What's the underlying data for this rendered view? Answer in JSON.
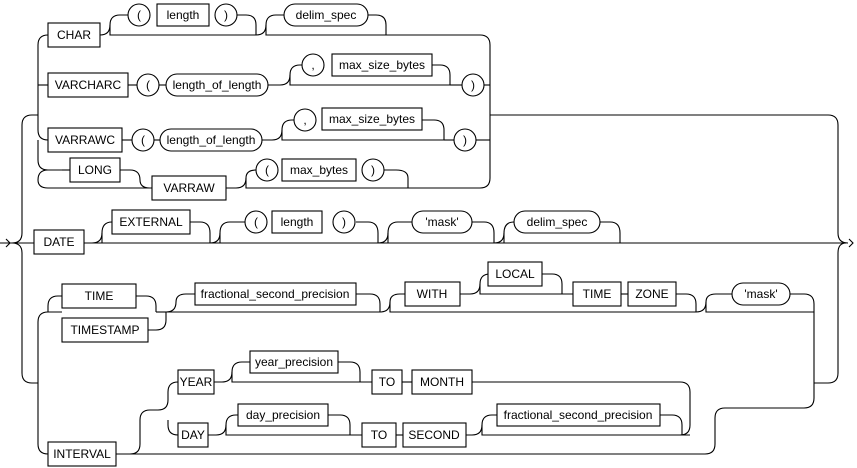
{
  "diagram": {
    "nodes": {
      "char": "CHAR",
      "lp1": "(",
      "length1": "length",
      "rp1": ")",
      "delim1": "delim_spec",
      "varcharc": "VARCHARC",
      "lp2": "(",
      "lol1": "length_of_length",
      "comma1": ",",
      "msb1": "max_size_bytes",
      "rp2": ")",
      "varrawc": "VARRAWC",
      "lp3": "(",
      "lol2": "length_of_length",
      "comma2": ",",
      "msb2": "max_size_bytes",
      "rp3": ")",
      "long": "LONG",
      "varraw": "VARRAW",
      "lp4": "(",
      "max_bytes": "max_bytes",
      "rp4": ")",
      "date": "DATE",
      "external": "EXTERNAL",
      "lp5": "(",
      "length2": "length",
      "rp5": ")",
      "mask1": "'mask'",
      "delim2": "delim_spec",
      "time": "TIME",
      "timestamp": "TIMESTAMP",
      "fsp1": "fractional_second_precision",
      "with": "WITH",
      "local": "LOCAL",
      "time2": "TIME",
      "zone": "ZONE",
      "mask2": "'mask'",
      "interval": "INTERVAL",
      "year": "YEAR",
      "year_precision": "year_precision",
      "to1": "TO",
      "month": "MONTH",
      "day": "DAY",
      "day_precision": "day_precision",
      "to2": "TO",
      "second": "SECOND",
      "fsp2": "fractional_second_precision"
    }
  }
}
